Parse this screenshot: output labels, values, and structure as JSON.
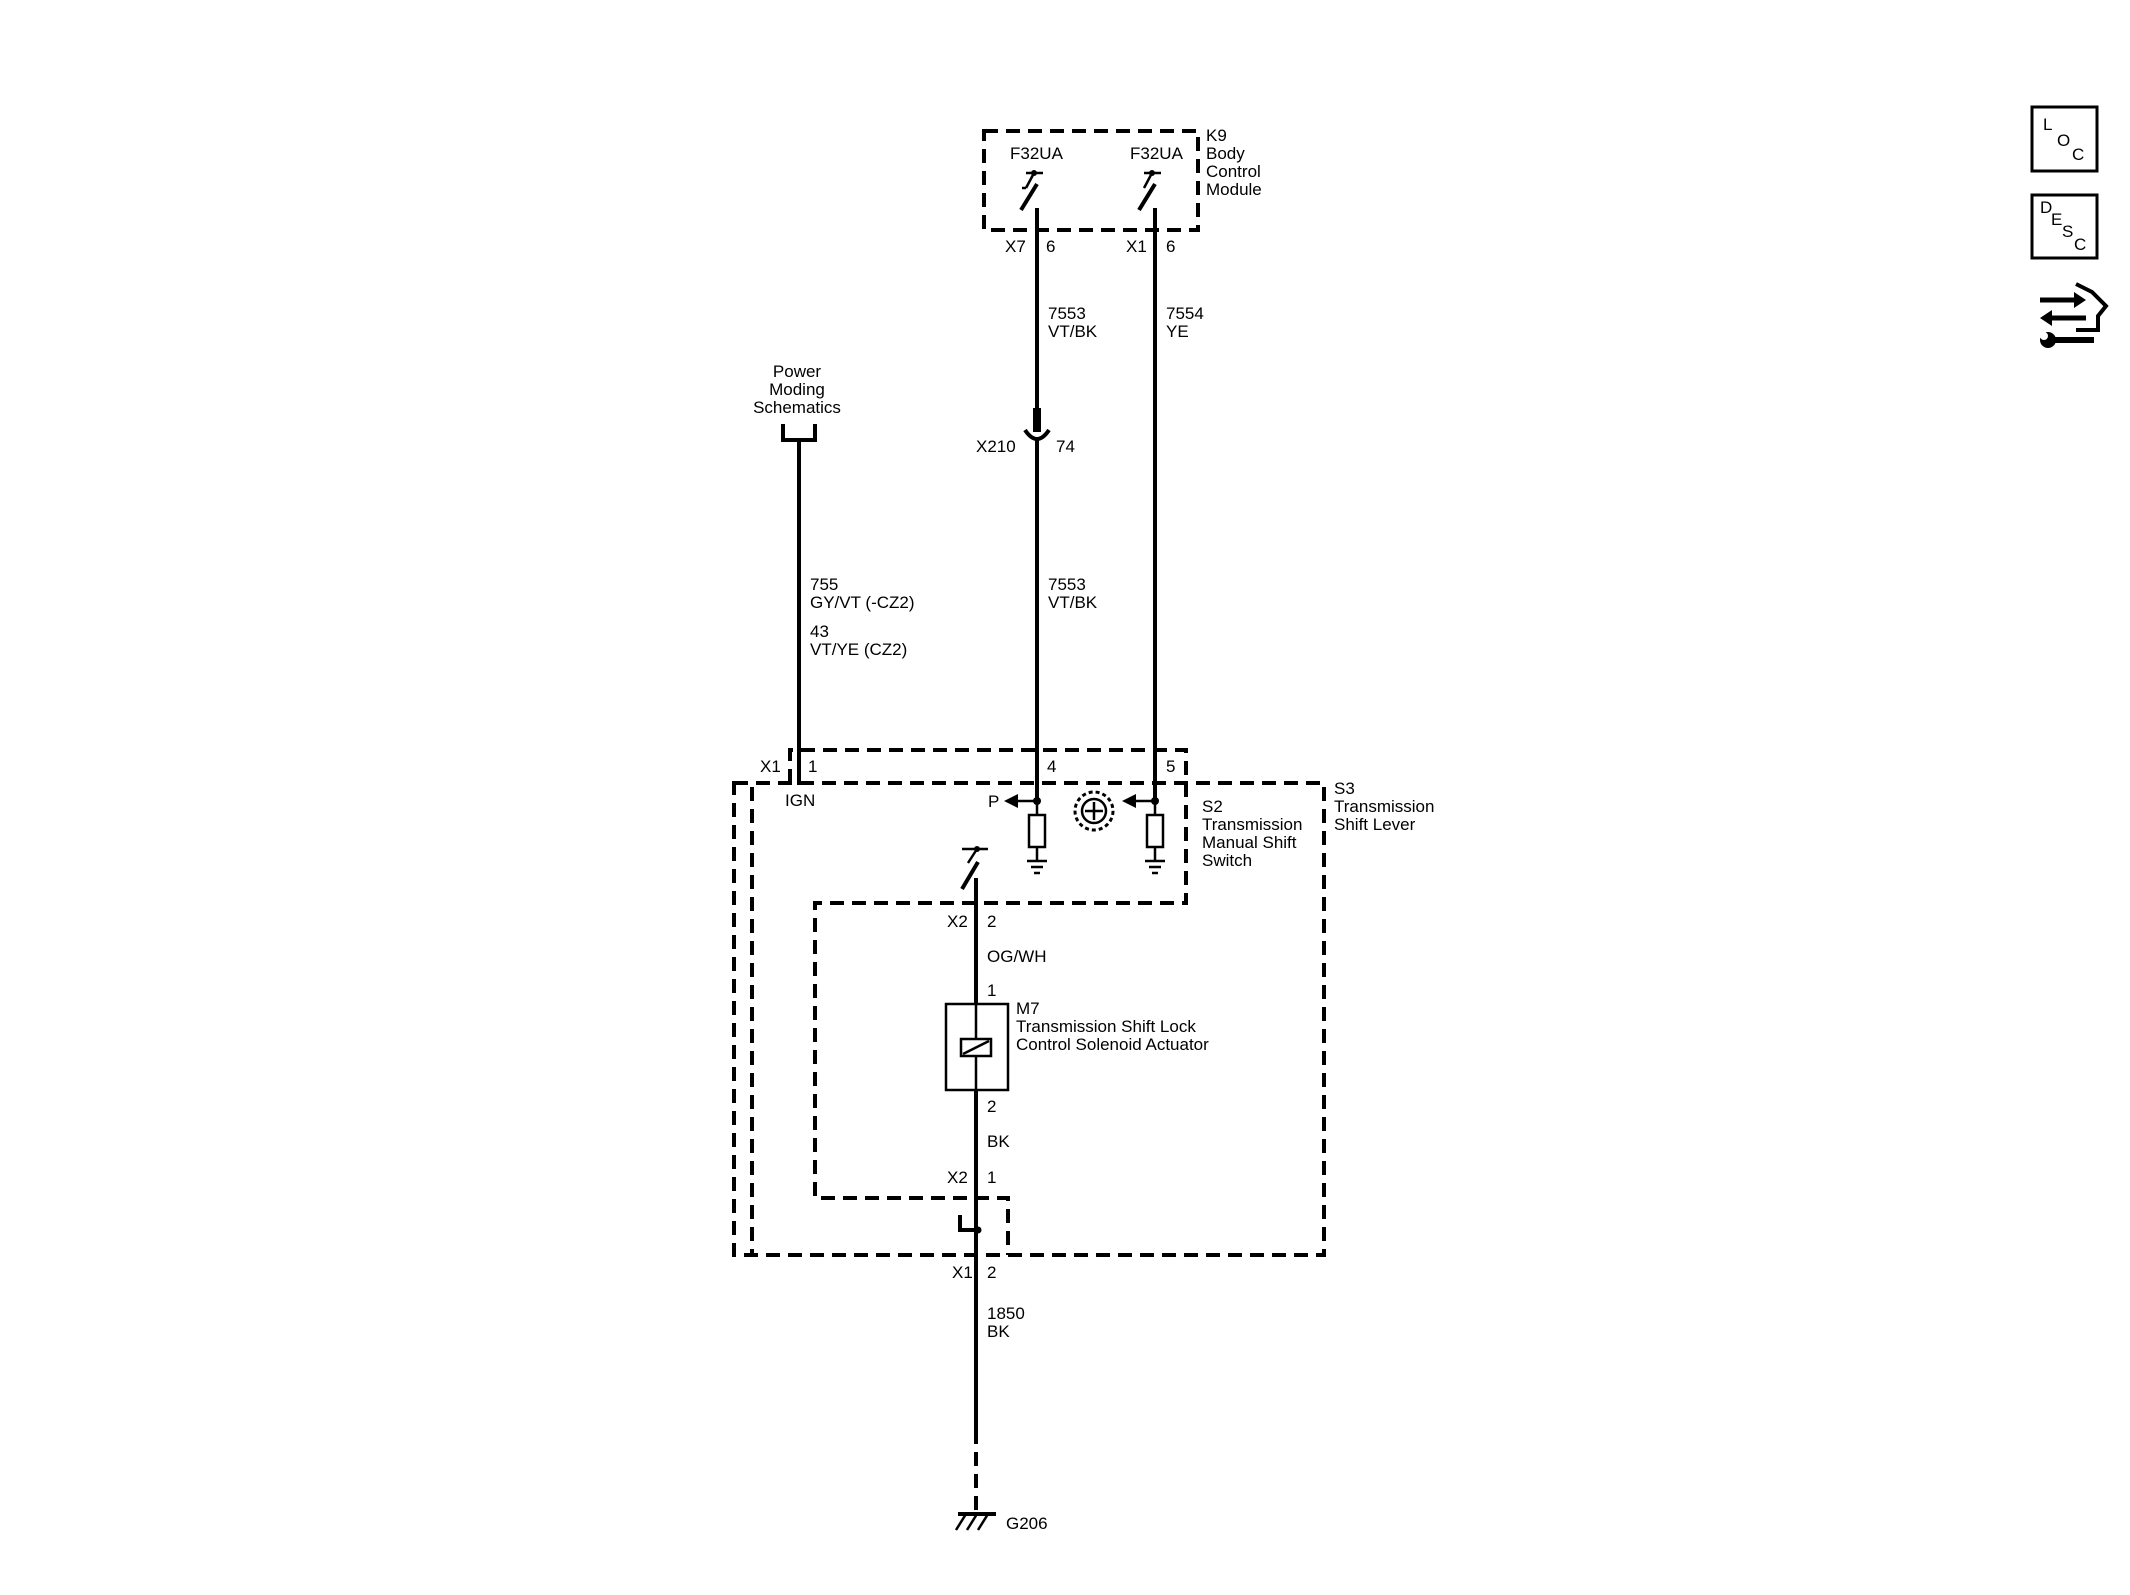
{
  "modules": {
    "k9": {
      "id": "K9",
      "line1": "Body",
      "line2": "Control",
      "line3": "Module"
    },
    "s2": {
      "id": "S2",
      "line1": "Transmission",
      "line2": "Manual Shift",
      "line3": "Switch"
    },
    "s3": {
      "id": "S3",
      "line1": "Transmission",
      "line2": "Shift Lever"
    },
    "m7": {
      "id": "M7",
      "line1": "Transmission Shift Lock",
      "line2": "Control Solenoid Actuator"
    }
  },
  "fuses": {
    "left": "F32UA",
    "right": "F32UA"
  },
  "connectors": {
    "k9_left": {
      "name": "X7",
      "pin": "6"
    },
    "k9_right": {
      "name": "X1",
      "pin": "6"
    },
    "inline": {
      "name": "X210",
      "pin": "74"
    },
    "s3_pin1": {
      "name": "X1",
      "pin": "1"
    },
    "s3_pin4": {
      "pin": "4"
    },
    "s3_pin5": {
      "pin": "5"
    },
    "s3_x2_2": {
      "name": "X2",
      "pin": "2"
    },
    "m7_pin1": {
      "pin": "1"
    },
    "m7_pin2": {
      "pin": "2"
    },
    "s3_x2_1": {
      "name": "X2",
      "pin": "1"
    },
    "s3_x1_2": {
      "name": "X1",
      "pin": "2"
    }
  },
  "wires": {
    "w7553_top": {
      "circuit": "7553",
      "color": "VT/BK"
    },
    "w7554": {
      "circuit": "7554",
      "color": "YE"
    },
    "w7553_bottom": {
      "circuit": "7553",
      "color": "VT/BK"
    },
    "w755": {
      "circuit": "755",
      "color": "GY/VT  (-CZ2)"
    },
    "w43": {
      "circuit": "43",
      "color": "VT/YE  (CZ2)"
    },
    "og_wh": {
      "color": "OG/WH"
    },
    "bk_internal": {
      "color": "BK"
    },
    "w1850": {
      "circuit": "1850",
      "color": "BK"
    }
  },
  "power_ref": {
    "line1": "Power",
    "line2": "Moding",
    "line3": "Schematics"
  },
  "labels": {
    "ign": "IGN",
    "park": "P",
    "ground": "G206"
  },
  "side_buttons": {
    "loc": {
      "c1": "L",
      "c2": "O",
      "c3": "C"
    },
    "desc": {
      "c1": "D",
      "c2": "E",
      "c3": "S",
      "c4": "C"
    }
  }
}
